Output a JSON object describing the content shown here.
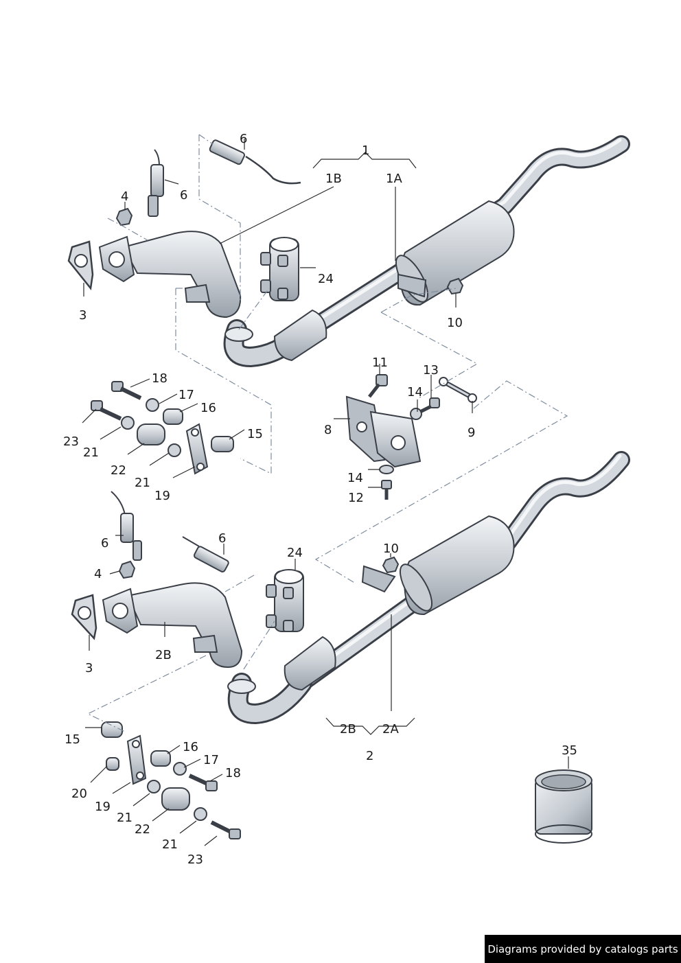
{
  "callouts": {
    "c1": "1",
    "c1A": "1A",
    "c1B": "1B",
    "c2": "2",
    "c2A": "2A",
    "c2B": "2B",
    "c2B_part": "2B",
    "c3_top": "3",
    "c3_bot": "3",
    "c4_top": "4",
    "c4_bot": "4",
    "c6_top_a": "6",
    "c6_top_b": "6",
    "c6_bot_a": "6",
    "c6_bot_b": "6",
    "c8": "8",
    "c9": "9",
    "c10_top": "10",
    "c10_bot": "10",
    "c11": "11",
    "c12": "12",
    "c13": "13",
    "c14_a": "14",
    "c14_b": "14",
    "c15_top": "15",
    "c15_bot": "15",
    "c16_top": "16",
    "c16_bot": "16",
    "c17_top": "17",
    "c17_bot": "17",
    "c18_top": "18",
    "c18_bot": "18",
    "c19_top": "19",
    "c19_bot": "19",
    "c20": "20",
    "c21_top_a": "21",
    "c21_top_b": "21",
    "c21_bot_a": "21",
    "c21_bot_b": "21",
    "c22_top": "22",
    "c22_bot": "22",
    "c23_top": "23",
    "c23_bot": "23",
    "c24_top": "24",
    "c24_bot": "24",
    "c35": "35"
  },
  "credit": "Diagrams provided by catalogs parts",
  "colors": {
    "pipe_light": "#d9dde2",
    "pipe_mid": "#aeb5bd",
    "outline": "#3a3f47",
    "dash": "#7d8c9e"
  }
}
